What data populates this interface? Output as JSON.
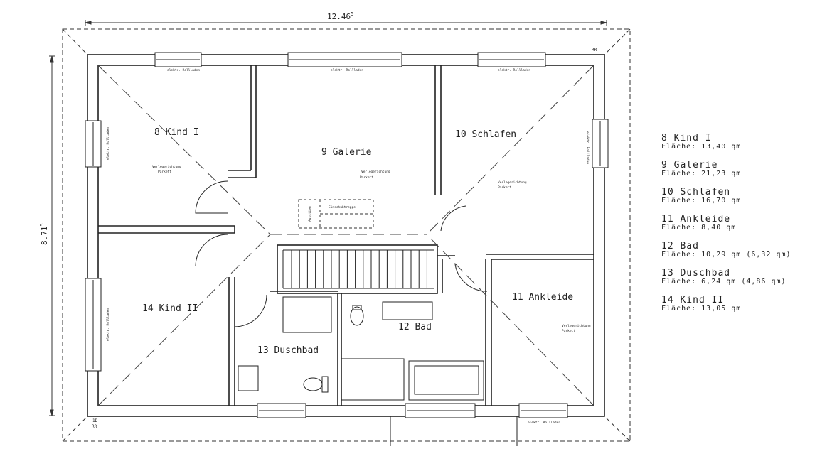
{
  "dimensions": {
    "width_label": "12.46",
    "width_sup": "5",
    "height_label": "8.71",
    "height_sup": "5"
  },
  "rooms": [
    {
      "id": "kind1",
      "label": "8 Kind I"
    },
    {
      "id": "galerie",
      "label": "9 Galerie"
    },
    {
      "id": "schlafen",
      "label": "10 Schlafen"
    },
    {
      "id": "ankleide",
      "label": "11 Ankleide"
    },
    {
      "id": "bad",
      "label": "12 Bad"
    },
    {
      "id": "duschbad",
      "label": "13 Duschbad"
    },
    {
      "id": "kind2",
      "label": "14 Kind II"
    }
  ],
  "small_labels": {
    "rollladen": "elektr. Rollladen",
    "verlege": "Verlegerichtung",
    "parkett": "Parkett",
    "einschub": "Einschubtreppe",
    "ausstieg": "Ausstieg",
    "rr_top": "RR",
    "rr_bottom": "RR",
    "rr_bottom_code": "1D"
  },
  "legend": [
    {
      "name": "8 Kind I",
      "area": "Fläche: 13,40 qm"
    },
    {
      "name": "9 Galerie",
      "area": "Fläche: 21,23 qm"
    },
    {
      "name": "10 Schlafen",
      "area": "Fläche: 16,70 qm"
    },
    {
      "name": "11 Ankleide",
      "area": "Fläche:  8,40 qm"
    },
    {
      "name": "12 Bad",
      "area": "Fläche: 10,29 qm (6,32 qm)"
    },
    {
      "name": "13 Duschbad",
      "area": "Fläche:  6,24 qm (4,86 qm)"
    },
    {
      "name": "14 Kind II",
      "area": "Fläche: 13,05 qm"
    }
  ]
}
